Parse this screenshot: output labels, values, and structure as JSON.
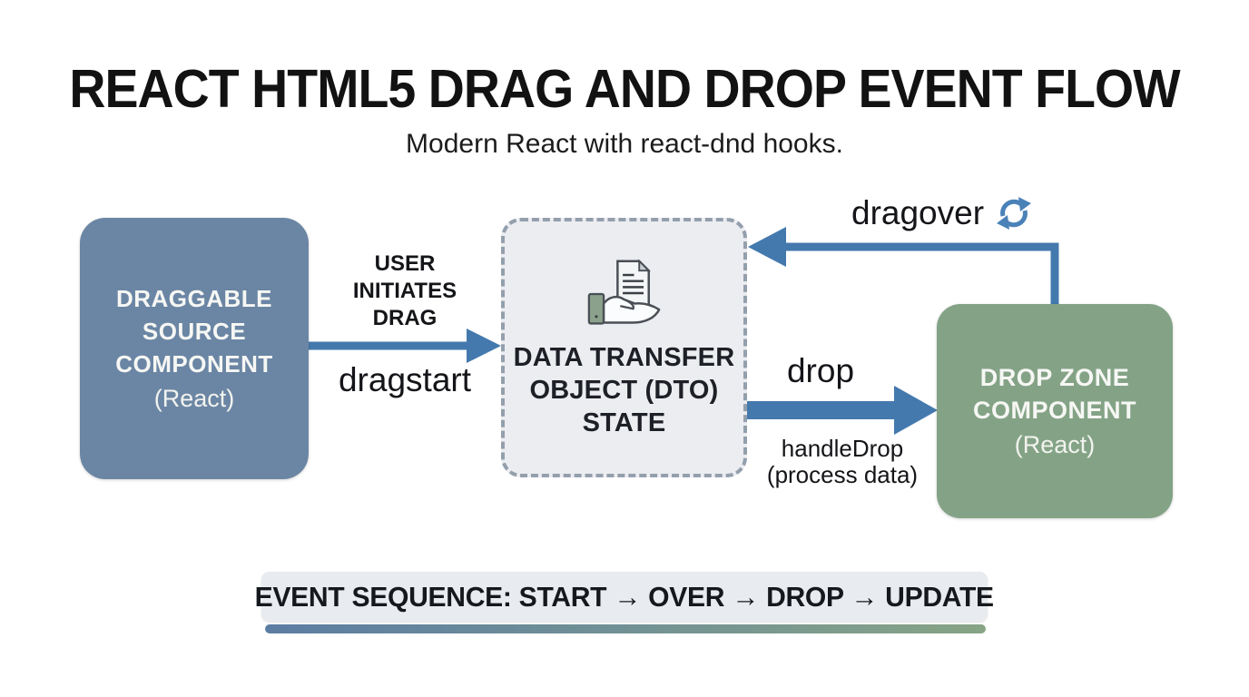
{
  "header": {
    "title": "REACT HTML5 DRAG AND DROP EVENT FLOW",
    "subtitle": "Modern React with react-dnd hooks."
  },
  "nodes": {
    "source": {
      "lines": [
        "DRAGGABLE",
        "SOURCE",
        "COMPONENT"
      ],
      "sub": "(React)"
    },
    "dto": {
      "lines": [
        "DATA TRANSFER",
        "OBJECT (DTO)",
        "STATE"
      ],
      "icon": "hand-holding-document-icon"
    },
    "dropzone": {
      "lines": [
        "DROP ZONE",
        "COMPONENT"
      ],
      "sub": "(React)"
    }
  },
  "edges": {
    "dragstart": {
      "label_top_lines": [
        "USER",
        "INITIATES",
        "DRAG"
      ],
      "label_bottom": "dragstart"
    },
    "drop": {
      "label_top": "drop",
      "label_bottom_lines": [
        "handleDrop",
        "(process data)"
      ]
    },
    "dragover": {
      "label": "dragover",
      "icon": "refresh-cycle-icon"
    }
  },
  "footer": {
    "sequence": "EVENT SEQUENCE: START → OVER → DROP → UPDATE"
  },
  "colors": {
    "arrow": "#4479ae",
    "source-node": "#6b86a4",
    "drop-node": "#84a386",
    "dto-fill": "#ecedf1",
    "dto-border": "#939fac",
    "grad-start": "#5c7da3",
    "grad-end": "#87a486",
    "refresh": "#4a82b8"
  }
}
